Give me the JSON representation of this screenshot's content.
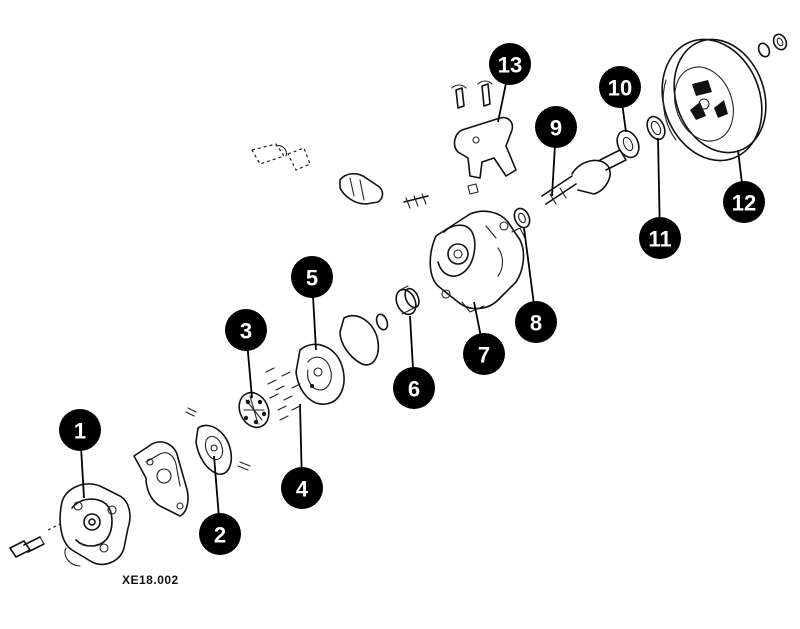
{
  "diagram": {
    "reference_code": "XE18.002",
    "callouts": [
      {
        "id": "1",
        "label": "1"
      },
      {
        "id": "2",
        "label": "2"
      },
      {
        "id": "3",
        "label": "3"
      },
      {
        "id": "4",
        "label": "4"
      },
      {
        "id": "5",
        "label": "5"
      },
      {
        "id": "6",
        "label": "6"
      },
      {
        "id": "7",
        "label": "7"
      },
      {
        "id": "8",
        "label": "8"
      },
      {
        "id": "9",
        "label": "9"
      },
      {
        "id": "10",
        "label": "10"
      },
      {
        "id": "11",
        "label": "11"
      },
      {
        "id": "12",
        "label": "12"
      },
      {
        "id": "13",
        "label": "13"
      }
    ]
  }
}
